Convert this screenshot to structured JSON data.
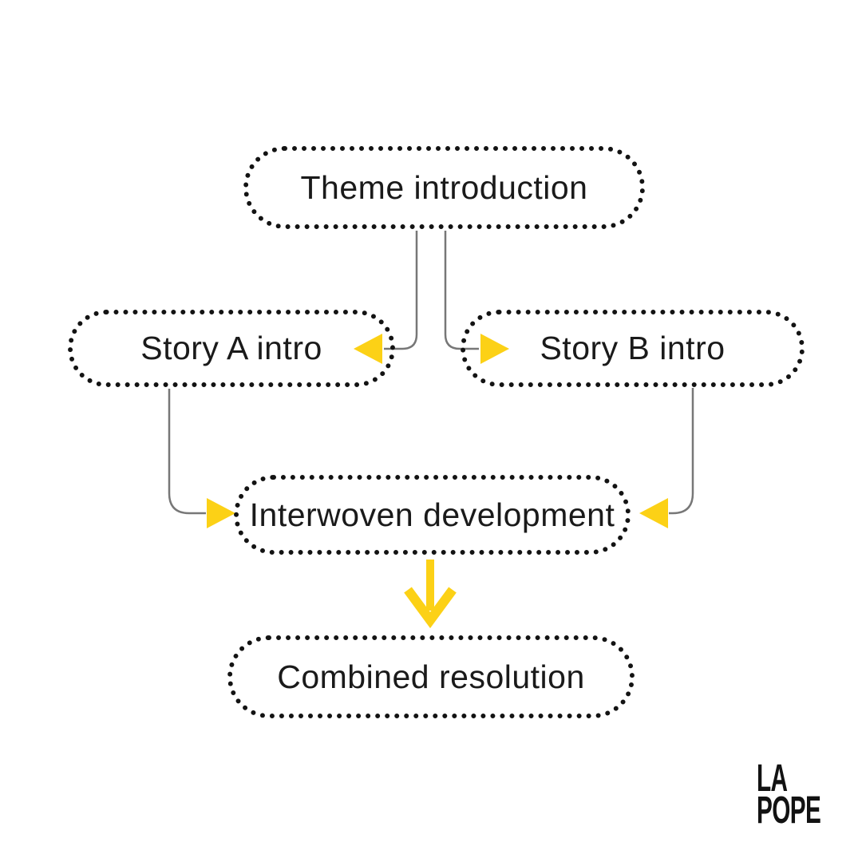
{
  "diagram": {
    "type": "flowchart",
    "nodes": [
      {
        "id": "theme",
        "label": "Theme introduction"
      },
      {
        "id": "story-a",
        "label": "Story A intro"
      },
      {
        "id": "story-b",
        "label": "Story B intro"
      },
      {
        "id": "interwoven",
        "label": "Interwoven development"
      },
      {
        "id": "combined",
        "label": "Combined resolution"
      }
    ],
    "edges": [
      {
        "from": "theme",
        "to": "story-a",
        "connector": "curved-gray-line",
        "arrowhead": "yellow-triangle"
      },
      {
        "from": "theme",
        "to": "story-b",
        "connector": "curved-gray-line",
        "arrowhead": "yellow-triangle"
      },
      {
        "from": "story-a",
        "to": "interwoven",
        "connector": "curved-gray-line",
        "arrowhead": "yellow-triangle"
      },
      {
        "from": "story-b",
        "to": "interwoven",
        "connector": "curved-gray-line",
        "arrowhead": "yellow-triangle"
      },
      {
        "from": "interwoven",
        "to": "combined",
        "connector": "thick-yellow-arrow"
      }
    ],
    "colors": {
      "background": "#FFFFFF",
      "outline_black": "#131313",
      "text": "#1A1A1A",
      "connector_gray": "#777777",
      "accent_yellow": "#FCD116"
    }
  },
  "logo": {
    "line1": "LA",
    "line2": "POPE"
  }
}
